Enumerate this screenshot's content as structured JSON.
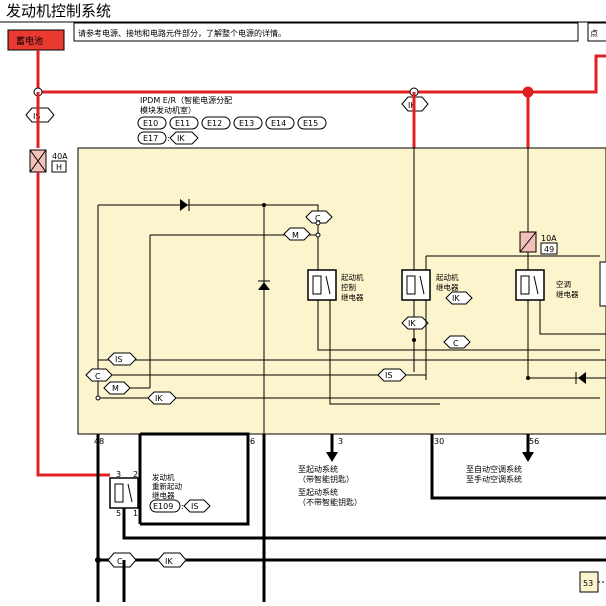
{
  "title": "发动机控制系统",
  "battery_label": "蓄电池",
  "note": "请参考电源、接地和电路元件部分，了解整个电源的详情。",
  "right_note": "点",
  "ipdm": {
    "title_line1": "IPDM E/R（智能电源分配",
    "title_line2": "模块发动机室）",
    "connectors": [
      "E10",
      "E11",
      "E12",
      "E13",
      "E14",
      "E15",
      "E17"
    ],
    "ik_tag": "IK"
  },
  "fuses": [
    {
      "amp": "40A",
      "id": "H"
    },
    {
      "amp": "10A",
      "id": "49"
    }
  ],
  "relays": {
    "start_control": [
      "起动机",
      "控制",
      "继电器"
    ],
    "starter": [
      "起动机",
      "继电器"
    ],
    "ac": [
      "空调",
      "继电器"
    ],
    "restart": [
      "发动机",
      "重新起动",
      "继电器"
    ]
  },
  "restart_relay_pins": [
    "3",
    "2",
    "5",
    "1"
  ],
  "restart_connector": "E109",
  "tags": {
    "IS": "IS",
    "IK": "IK",
    "C": "C",
    "M": "M"
  },
  "terminals": [
    "48",
    "6",
    "3",
    "30",
    "56"
  ],
  "destinations": {
    "starter_system": [
      "至起动系统",
      "（带智能钥匙）",
      "至起动系统",
      "（不带智能钥匙）"
    ],
    "ac_system": [
      "至自动空调系统",
      "至手动空调系统"
    ]
  },
  "bottom_connector": "53"
}
